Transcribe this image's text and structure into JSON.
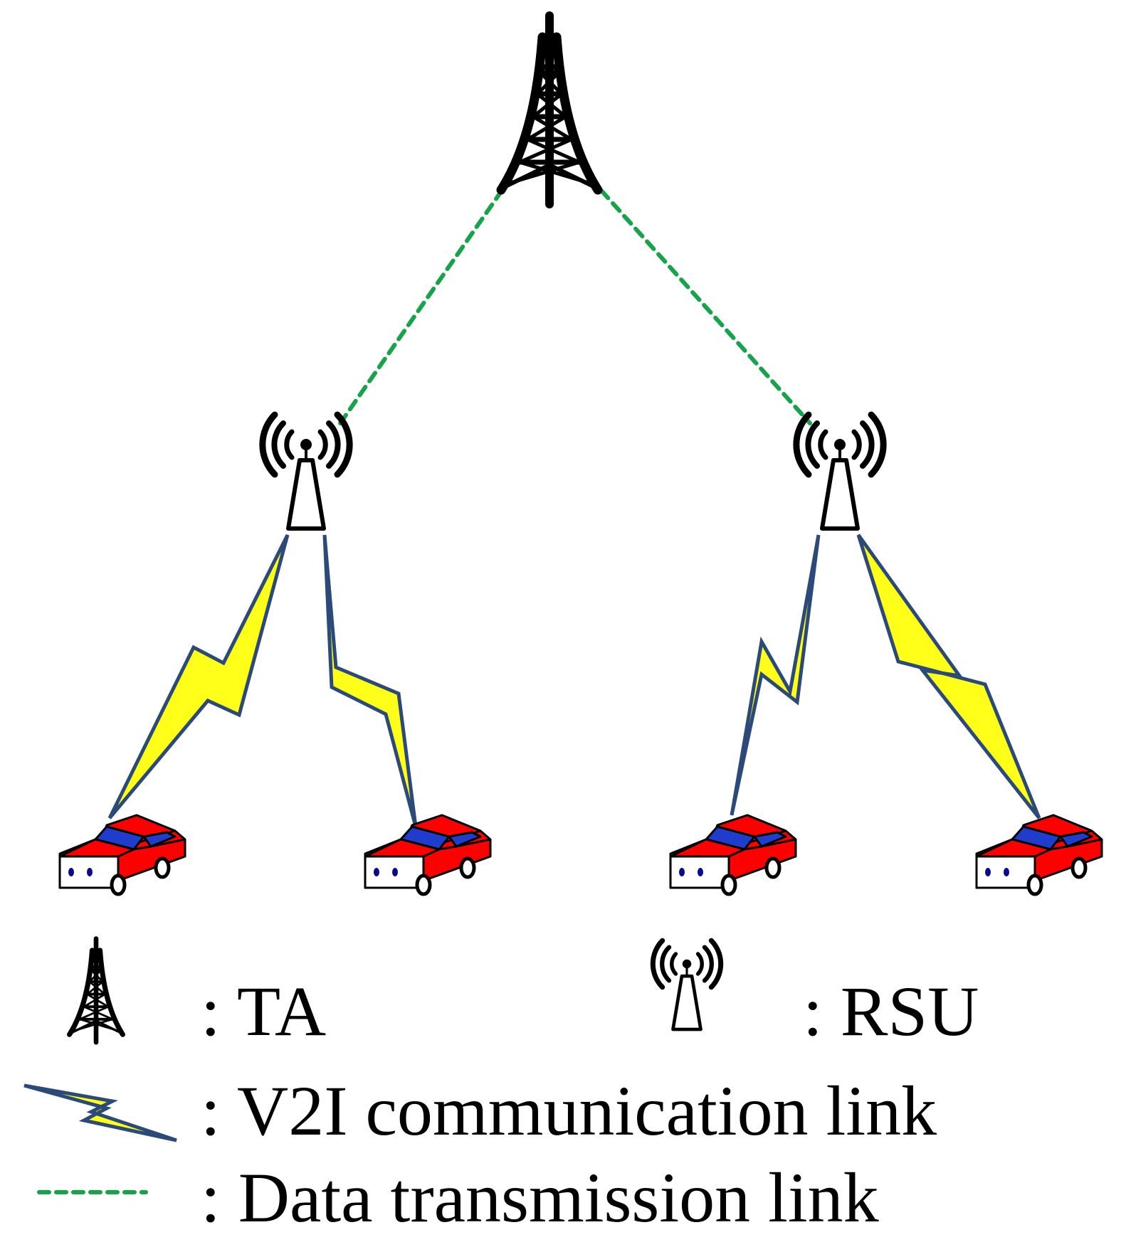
{
  "legend": {
    "ta": ": TA",
    "rsu": ": RSU",
    "v2i": ": V2I communication link",
    "data": ": Data transmission link"
  },
  "colors": {
    "tower": "#000000",
    "data_link": "#17a34a",
    "v2i_link_outline": "#2b4a7a",
    "v2i_link_fill": "#ffff1a",
    "car_body": "#ff0000",
    "car_window": "#1f3ccc",
    "car_headlight": "#0a0a8a"
  },
  "icons": {
    "ta": "lattice-tower-icon",
    "rsu": "antenna-tower-icon",
    "vehicle": "car-icon",
    "v2i": "lightning-link-icon",
    "data": "dashed-line-icon"
  }
}
